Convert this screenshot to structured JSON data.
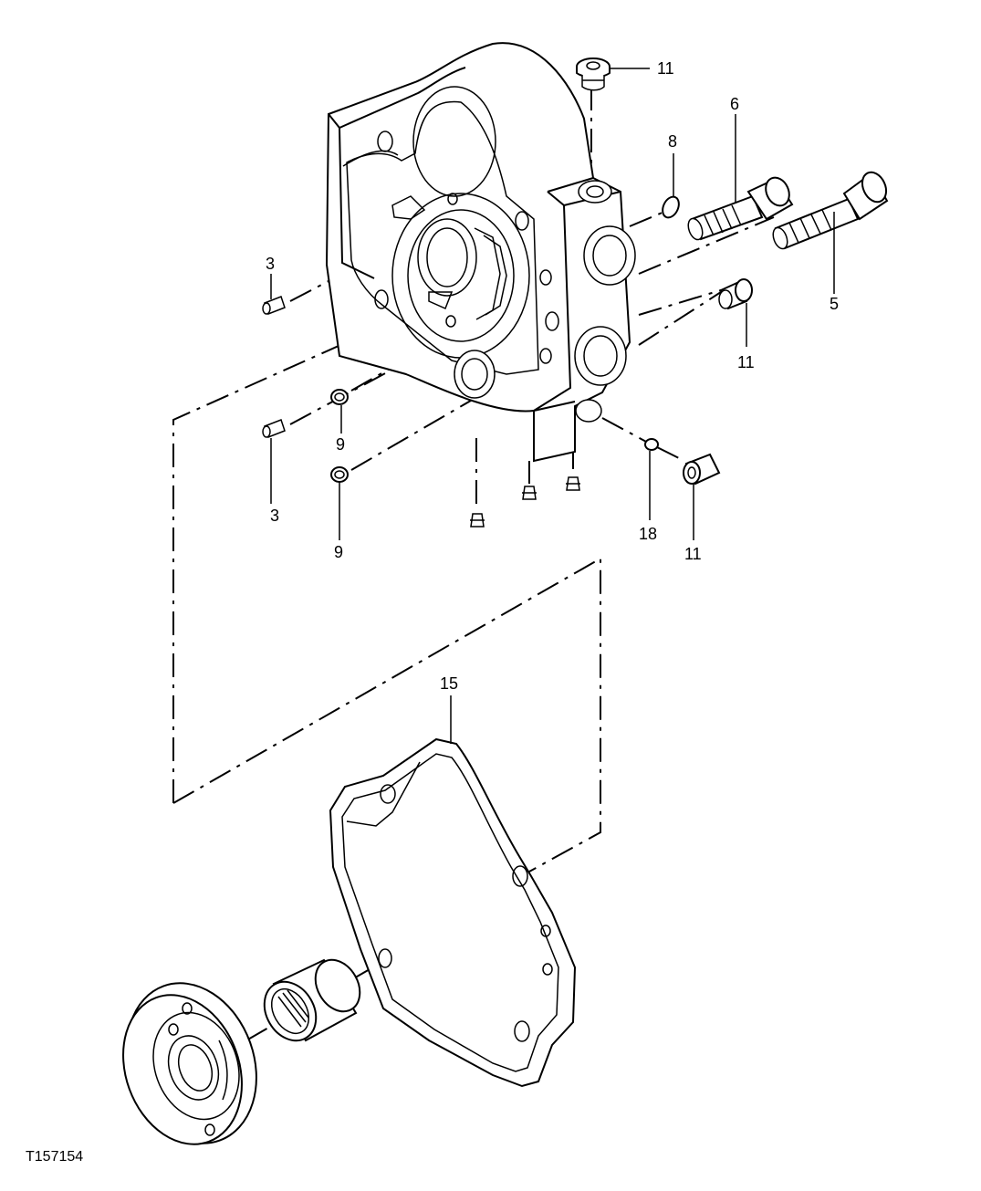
{
  "figure_id": "T157154",
  "callouts": {
    "c11_top": "11",
    "c8": "8",
    "c6": "6",
    "c3_upper": "3",
    "c5": "5",
    "c11_right": "11",
    "c9_upper": "9",
    "c3_lower": "3",
    "c9_lower": "9",
    "c18": "18",
    "c11_bottom": "11",
    "c15": "15"
  }
}
